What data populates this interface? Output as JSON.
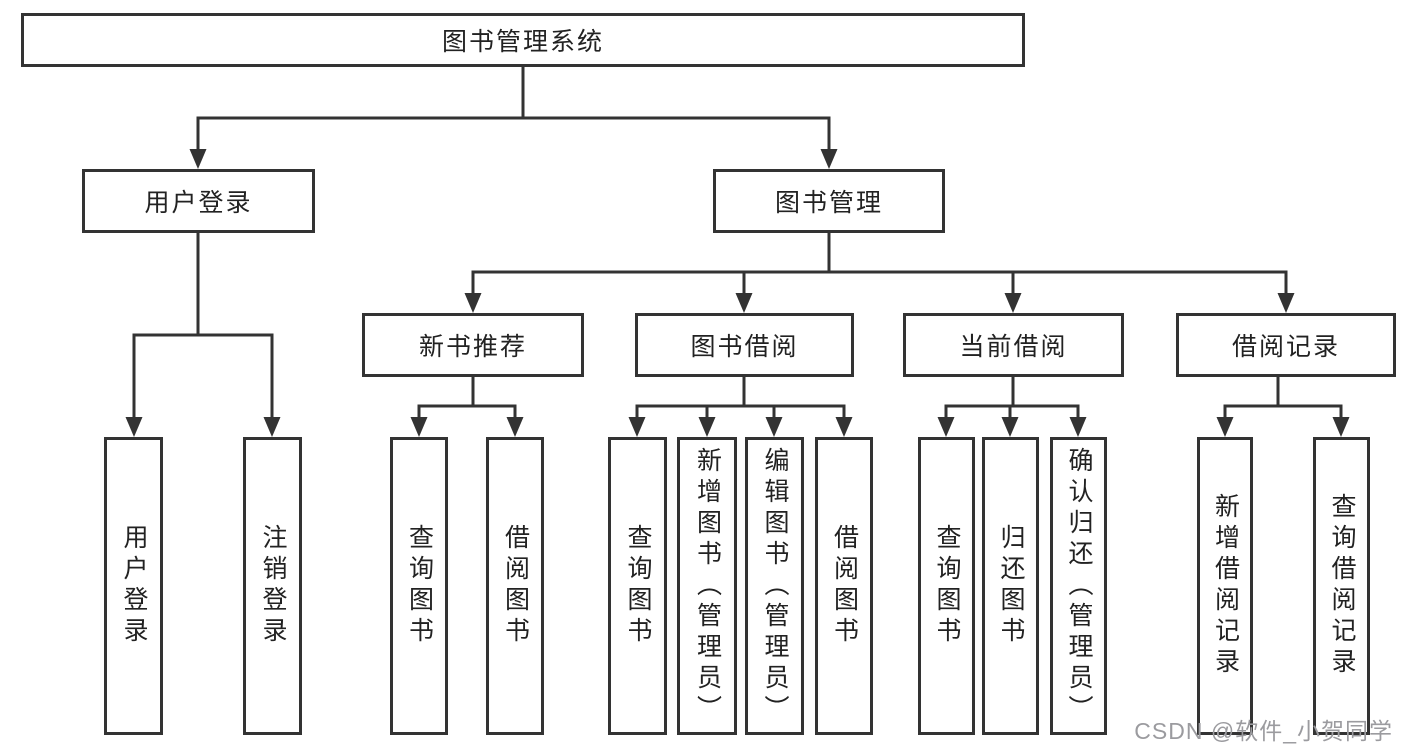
{
  "diagram": {
    "type": "tree",
    "title": "图书管理系统",
    "tree": {
      "root": {
        "label": "图书管理系统",
        "children": [
          {
            "label": "用户登录",
            "children": [
              {
                "label": "用户登录"
              },
              {
                "label": "注销登录"
              }
            ]
          },
          {
            "label": "图书管理",
            "children": [
              {
                "label": "新书推荐",
                "children": [
                  {
                    "label": "查询图书"
                  },
                  {
                    "label": "借阅图书"
                  }
                ]
              },
              {
                "label": "图书借阅",
                "children": [
                  {
                    "label": "查询图书"
                  },
                  {
                    "label": "新增图书（管理员）"
                  },
                  {
                    "label": "编辑图书（管理员）"
                  },
                  {
                    "label": "借阅图书"
                  }
                ]
              },
              {
                "label": "当前借阅",
                "children": [
                  {
                    "label": "查询图书"
                  },
                  {
                    "label": "归还图书"
                  },
                  {
                    "label": "确认归还（管理员）"
                  }
                ]
              },
              {
                "label": "借阅记录",
                "children": [
                  {
                    "label": "新增借阅记录"
                  },
                  {
                    "label": "查询借阅记录"
                  }
                ]
              }
            ]
          }
        ]
      }
    },
    "colors": {
      "line": "#333333",
      "box_border": "#333333",
      "box_fill": "#ffffff",
      "text": "#222222",
      "watermark": "#9b9b9f",
      "background": "#ffffff"
    }
  },
  "watermark": {
    "text": "CSDN @软件_小贺同学"
  }
}
